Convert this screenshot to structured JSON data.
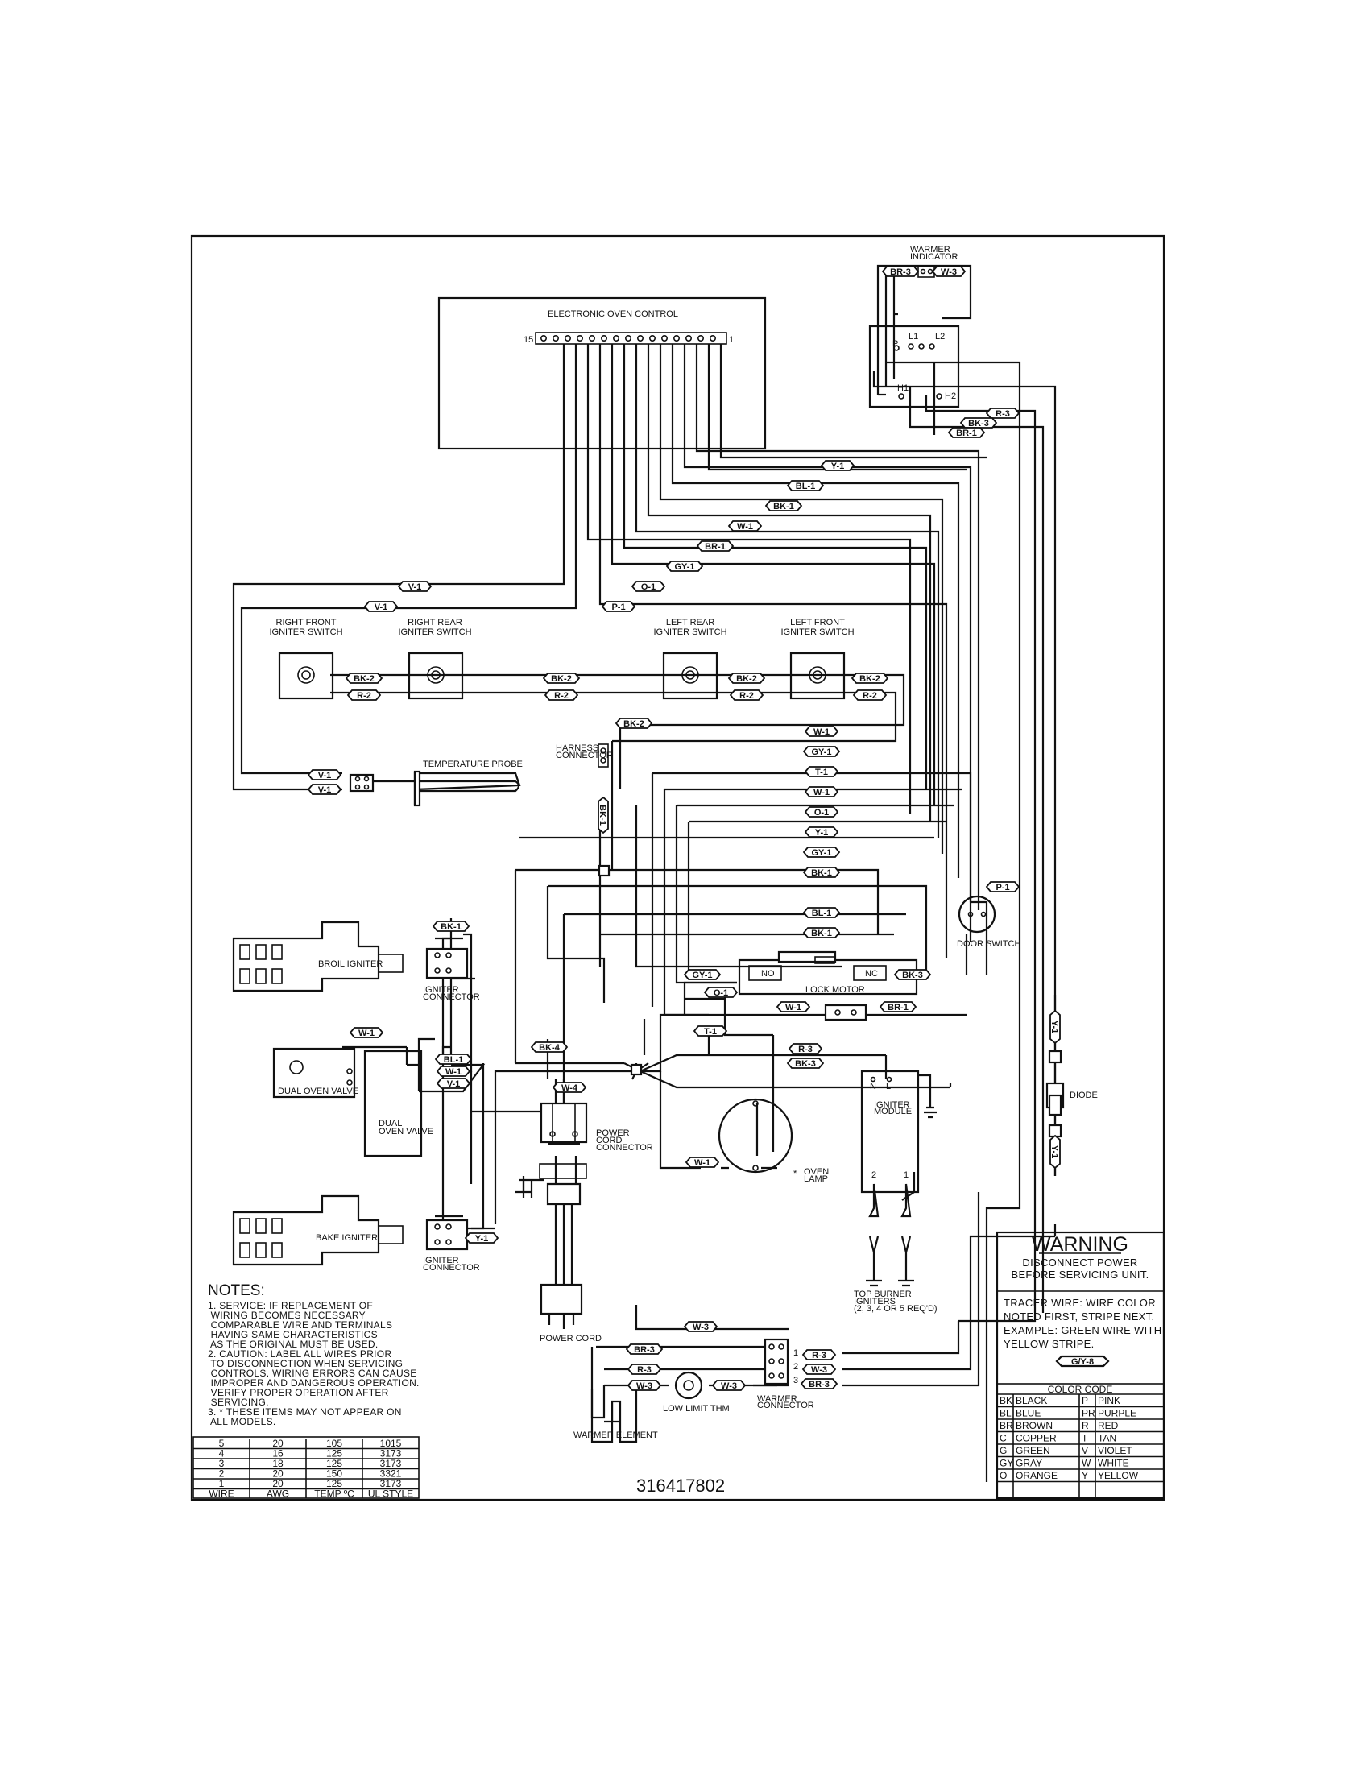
{
  "title": "ELECTRONIC OVEN CONTROL",
  "terminal_labels": {
    "left": "15",
    "right": "1"
  },
  "components": {
    "warmer_indicator": "WARMER\nINDICATOR",
    "warmer_indicator_pins": {
      "p": "P",
      "l1": "L1",
      "l2": "L2",
      "h1": "H1",
      "h2": "H2"
    },
    "right_front_igniter": "RIGHT FRONT\nIGNITER SWITCH",
    "right_rear_igniter": "RIGHT REAR\nIGNITER SWITCH",
    "left_rear_igniter": "LEFT REAR\nIGNITER SWITCH",
    "left_front_igniter": "LEFT FRONT\nIGNITER SWITCH",
    "harness_connector": "HARNESS\nCONNECTOR",
    "temperature_probe": "TEMPERATURE PROBE",
    "broil_igniter": "BROIL IGNITER",
    "igniter_connector_top": "IGNITER\nCONNECTOR",
    "dual_oven_valve_left": "DUAL OVEN VALVE",
    "dual_oven_valve_right": "DUAL\nOVEN VALVE",
    "bake_igniter": "BAKE IGNITER",
    "igniter_connector_bottom": "IGNITER\nCONNECTOR",
    "door_switch": "DOOR SWITCH",
    "lock_motor": "LOCK MOTOR",
    "lock_motor_no": "NO",
    "lock_motor_nc": "NC",
    "power_cord_connector": "POWER\nCORD\nCONNECTOR",
    "power_cord": "POWER CORD",
    "oven_lamp": "OVEN\nLAMP",
    "igniter_module": "IGNITER\nMODULE",
    "igniter_module_pins": {
      "n": "N",
      "l": "L",
      "p2": "2",
      "p1": "1"
    },
    "top_burner_igniters": "TOP BURNER\nIGNITERS\n(2, 3, 4 OR 5 REQ'D)",
    "diode": "DIODE",
    "warmer_element": "WARMER ELEMENT",
    "low_limit_thm": "LOW LIMIT THM",
    "warmer_connector": "WARMER\nCONNECTOR",
    "warmer_connector_pins": [
      "1",
      "2",
      "3"
    ]
  },
  "wire_tags": {
    "br3_top": "BR-3",
    "w3_top": "W-3",
    "r3": "R-3",
    "bk3": "BK-3",
    "br1": "BR-1",
    "y1_a": "Y-1",
    "bl1_a": "BL-1",
    "bk1_a": "BK-1",
    "w1_a": "W-1",
    "br1_b": "BR-1",
    "gy1_a": "GY-1",
    "o1_a": "O-1",
    "p1_a": "P-1",
    "v1_left": "V-1",
    "v1_left2": "V-1",
    "bk2_a": "BK-2",
    "r2_a": "R-2",
    "bk2_b": "BK-2",
    "r2_b": "R-2",
    "bk2_c": "BK-2",
    "r2_c": "R-2",
    "bk2_d": "BK-2",
    "r2_d": "R-2",
    "bk2_e": "BK-2",
    "w1_b": "W-1",
    "gy1_b": "GY-1",
    "t1": "T-1",
    "w1_c": "W-1",
    "o1_b": "O-1",
    "y1_b": "Y-1",
    "gy1_c": "GY-1",
    "bk1_b": "BK-1",
    "bl1_b": "BL-1",
    "bk1_c": "BK-1",
    "bk1_harness": "BK-1",
    "v1_probe_a": "V-1",
    "v1_probe_b": "V-1",
    "p1_door": "P-1",
    "bk1_igniter": "BK-1",
    "gy1_lock": "GY-1",
    "o1_lock": "O-1",
    "bk3_lock": "BK-3",
    "w1_lock": "W-1",
    "br1_lock": "BR-1",
    "w1_valve": "W-1",
    "bl1_valve": "BL-1",
    "w1_valve2": "W-1",
    "v1_valve": "V-1",
    "y1_bake": "Y-1",
    "bk4": "BK-4",
    "w4": "W-4",
    "t1_lamp": "T-1",
    "r3_lamp": "R-3",
    "bk3_lamp": "BK-3",
    "w1_lamp": "W-1",
    "w3_warmer": "W-3",
    "br3_warmer": "BR-3",
    "r3_warmer": "R-3",
    "w3_warmer2": "W-3",
    "w3_warmer3": "W-3",
    "r3_wc": "R-3",
    "w3_wc": "W-3",
    "br3_wc": "BR-3",
    "y1_diode_a": "Y-1",
    "y1_diode_b": "Y-1"
  },
  "notes": {
    "title": "NOTES:",
    "items": [
      "1.  SERVICE:  IF REPLACEMENT OF\n     WIRING BECOMES NECESSARY\n     COMPARABLE WIRE AND TERMINALS\n     HAVING SAME CHARACTERISTICS\n     AS THE ORIGINAL MUST BE USED.",
      "2.  CAUTION:  LABEL ALL WIRES PRIOR\n     TO DISCONNECTION WHEN SERVICING\n     CONTROLS.  WIRING ERRORS CAN CAUSE\n     IMPROPER AND DANGEROUS OPERATION.\n     VERIFY PROPER OPERATION AFTER\n     SERVICING.",
      "3.  * THESE ITEMS MAY NOT APPEAR ON\n     ALL MODELS."
    ]
  },
  "wire_table": {
    "headers": [
      "WIRE",
      "AWG",
      "TEMP ºC",
      "UL STYLE"
    ],
    "rows": [
      [
        "5",
        "20",
        "105",
        "1015"
      ],
      [
        "4",
        "16",
        "125",
        "3173"
      ],
      [
        "3",
        "18",
        "125",
        "3173"
      ],
      [
        "2",
        "20",
        "150",
        "3321"
      ],
      [
        "1",
        "20",
        "125",
        "3173"
      ]
    ]
  },
  "part_number": "316417802",
  "warning": {
    "title": "WARNING",
    "subtitle": "DISCONNECT POWER\nBEFORE SERVICING UNIT.",
    "tracer": "TRACER WIRE:  WIRE COLOR\nNOTED FIRST, STRIPE NEXT.\nEXAMPLE:  GREEN WIRE WITH\nYELLOW STRIPE.",
    "example_tag": "G/Y-8"
  },
  "color_code": {
    "title": "COLOR CODE",
    "rows": [
      [
        "BK",
        "BLACK",
        "P",
        "PINK"
      ],
      [
        "BL",
        "BLUE",
        "PR",
        "PURPLE"
      ],
      [
        "BR",
        "BROWN",
        "R",
        "RED"
      ],
      [
        "C",
        "COPPER",
        "T",
        "TAN"
      ],
      [
        "G",
        "GREEN",
        "V",
        "VIOLET"
      ],
      [
        "GY",
        "GRAY",
        "W",
        "WHITE"
      ],
      [
        "O",
        "ORANGE",
        "Y",
        "YELLOW"
      ]
    ]
  }
}
